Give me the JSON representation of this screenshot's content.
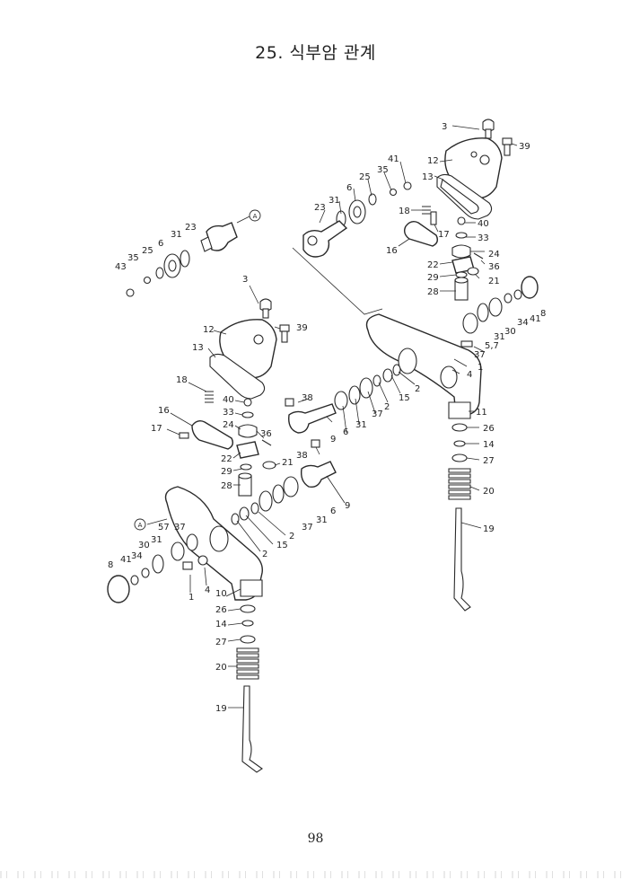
{
  "title": "25. 식부암 관계",
  "page_number": "98",
  "ref_marker": "A",
  "labels": {
    "upper_group": [
      "3",
      "39",
      "12",
      "13",
      "41",
      "35",
      "25",
      "6",
      "31",
      "23",
      "18",
      "17",
      "40",
      "16",
      "33",
      "24",
      "36",
      "22",
      "29",
      "21",
      "28"
    ],
    "upper_right_arm": [
      "8",
      "41",
      "34",
      "30",
      "31",
      "5,7",
      "37",
      "1",
      "4",
      "11",
      "26",
      "14",
      "27",
      "20",
      "19"
    ],
    "middle_shaft": [
      "38",
      "2",
      "15",
      "2",
      "37",
      "31",
      "6",
      "9"
    ],
    "upper_left_shaft": [
      "23",
      "31",
      "6",
      "25",
      "35",
      "43"
    ],
    "lower_group": [
      "3",
      "39",
      "12",
      "13",
      "18",
      "40",
      "33",
      "24",
      "36",
      "16",
      "17",
      "22",
      "29",
      "21",
      "28",
      "38",
      "9",
      "37",
      "31",
      "6"
    ],
    "lower_left_arm": [
      "57",
      "37",
      "30",
      "31",
      "8",
      "41",
      "34",
      "2",
      "15",
      "2",
      "1",
      "4",
      "10",
      "26",
      "14",
      "27",
      "20",
      "19"
    ]
  }
}
